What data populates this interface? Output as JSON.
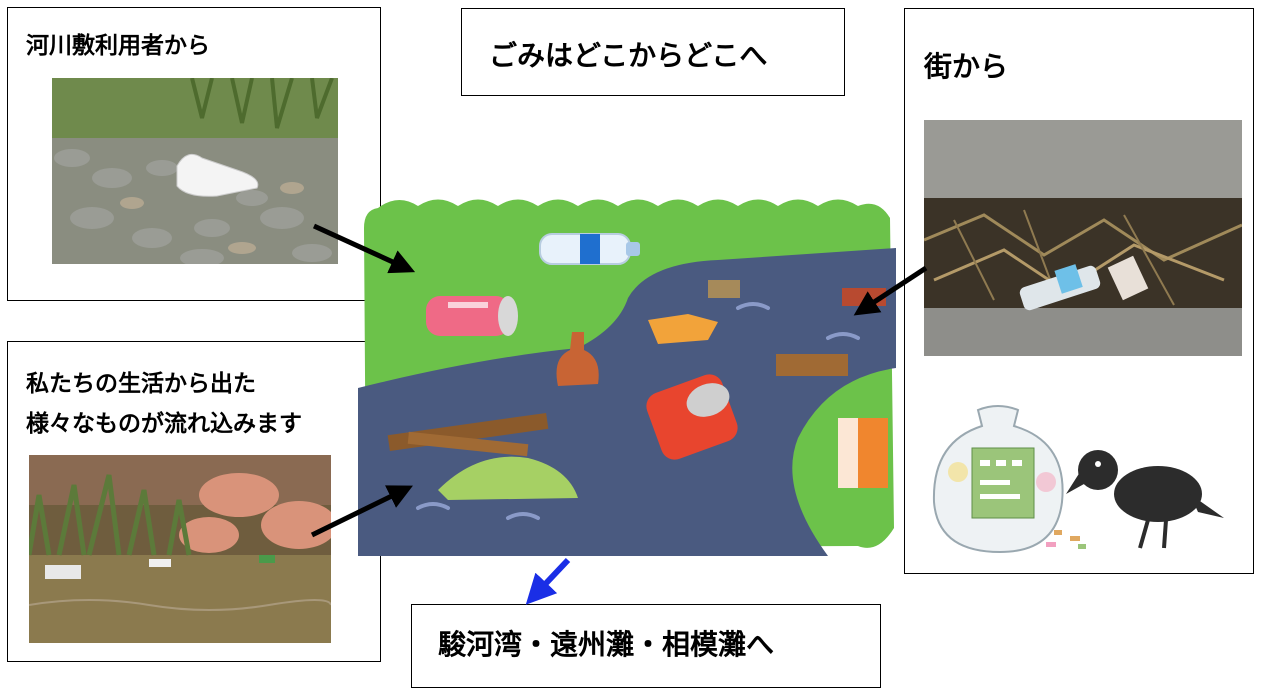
{
  "title": "ごみはどこからどこへ",
  "destination": "駿河湾・遠州灘・相模灘へ",
  "sources": {
    "riverbank_users": "河川敷利用者から",
    "town": "街から",
    "daily_life_line1": "私たちの生活から出た",
    "daily_life_line2": "様々なものが流れ込みます"
  },
  "colors": {
    "grass": "#6cc24a",
    "river": "#4a5a80",
    "arrow_black": "#000000",
    "arrow_blue": "#1a2ee6"
  },
  "icons": [
    "plastic-bottle-icon",
    "aluminum-can-icon",
    "glass-bottle-icon",
    "garbage-bag-icon",
    "crow-icon"
  ]
}
